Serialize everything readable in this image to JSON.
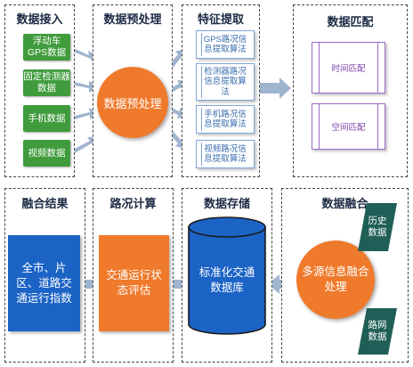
{
  "stages": {
    "data_access": {
      "title": "数据接入",
      "items": [
        {
          "line1": "浮动车",
          "line2": "GPS数据"
        },
        {
          "line1": "固定检测器",
          "line2": "数据"
        },
        {
          "line1": "手机数据",
          "line2": ""
        },
        {
          "line1": "视频数据",
          "line2": ""
        }
      ]
    },
    "preprocess": {
      "title": "数据预处理",
      "node": "数据预处理"
    },
    "feature": {
      "title": "特征提取",
      "items": [
        {
          "line1": "GPS路况信",
          "line2": "息提取算法",
          "line3": ""
        },
        {
          "line1": "检测器路况",
          "line2": "信息提取算",
          "line3": "法"
        },
        {
          "line1": "手机路况信",
          "line2": "息提取算法",
          "line3": ""
        },
        {
          "line1": "视频路况信",
          "line2": "息提取算法",
          "line3": ""
        }
      ]
    },
    "matching": {
      "title": "数据匹配",
      "time": "时间匹配",
      "space": "空间匹配"
    },
    "fusion": {
      "title": "数据融合",
      "node_line1": "多源信息融合",
      "node_line2": "处理",
      "history_line1": "历史",
      "history_line2": "数据",
      "network_line1": "路网",
      "network_line2": "数据"
    },
    "storage": {
      "title": "数据存储",
      "line1": "标准化交通",
      "line2": "数据库"
    },
    "traffic_calc": {
      "title": "路况计算",
      "line1": "交通运行状",
      "line2": "态评估"
    },
    "result": {
      "title": "融合结果",
      "line1": "全市、片",
      "line2": "区、道路交",
      "line3": "通运行指数"
    }
  },
  "colors": {
    "green": "#3f9b3b",
    "orange": "#ef7a2c",
    "blue": "#1c63c6",
    "dark_teal": "#1f5f57",
    "arrow": "#9fb4cf",
    "feature_border": "#7da7d9",
    "match_border": "#9b6ac9"
  }
}
